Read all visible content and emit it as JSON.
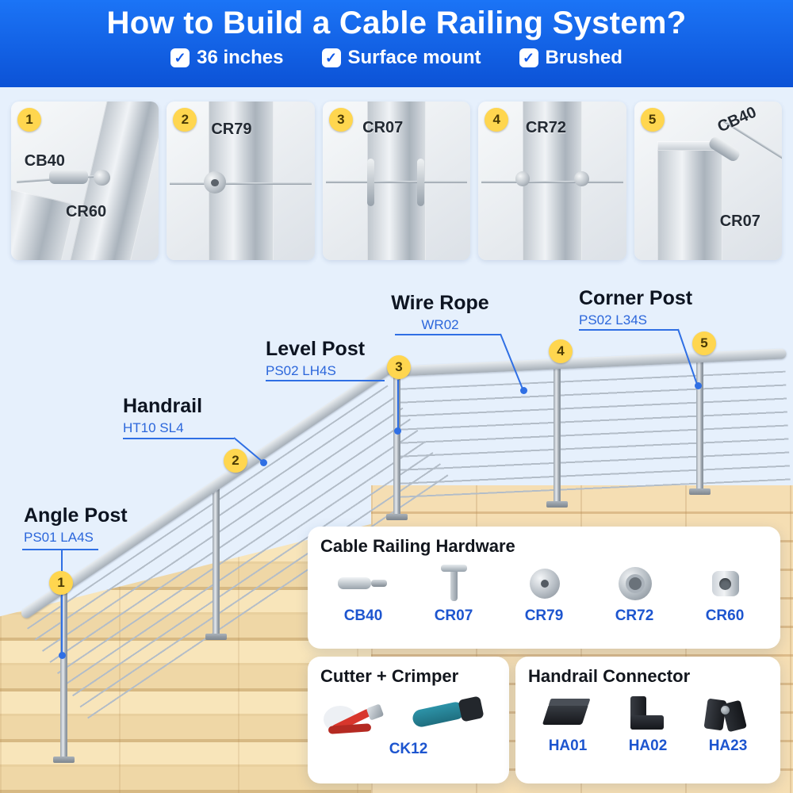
{
  "colors": {
    "accent_blue": "#1463e8",
    "marker_yellow": "#ffd64f",
    "code_blue": "#1d55cf"
  },
  "header": {
    "title": "How to Build a Cable Railing System?",
    "check_glyph": "✓",
    "features": [
      "36 inches",
      "Surface mount",
      "Brushed"
    ]
  },
  "panels": [
    {
      "number": "1",
      "labels": [
        "CB40",
        "CR60"
      ]
    },
    {
      "number": "2",
      "labels": [
        "CR79"
      ]
    },
    {
      "number": "3",
      "labels": [
        "CR07"
      ]
    },
    {
      "number": "4",
      "labels": [
        "CR72"
      ]
    },
    {
      "number": "5",
      "labels": [
        "CB40",
        "CR07"
      ]
    }
  ],
  "callouts": {
    "wire_rope": {
      "title": "Wire Rope",
      "code": "WR02"
    },
    "corner_post": {
      "title": "Corner Post",
      "code": "PS02 L34S"
    },
    "level_post": {
      "title": "Level Post",
      "code": "PS02 LH4S"
    },
    "handrail": {
      "title": "Handrail",
      "code": "HT10 SL4"
    },
    "angle_post": {
      "title": "Angle Post",
      "code": "PS01 LA4S"
    }
  },
  "markers": [
    "1",
    "2",
    "3",
    "4",
    "5"
  ],
  "hardware_panel": {
    "title": "Cable Railing Hardware",
    "items": [
      "CB40",
      "CR07",
      "CR79",
      "CR72",
      "CR60"
    ]
  },
  "cutter_panel": {
    "title": "Cutter + Crimper",
    "code": "CK12"
  },
  "connector_panel": {
    "title": "Handrail Connector",
    "items": [
      "HA01",
      "HA02",
      "HA23"
    ]
  }
}
